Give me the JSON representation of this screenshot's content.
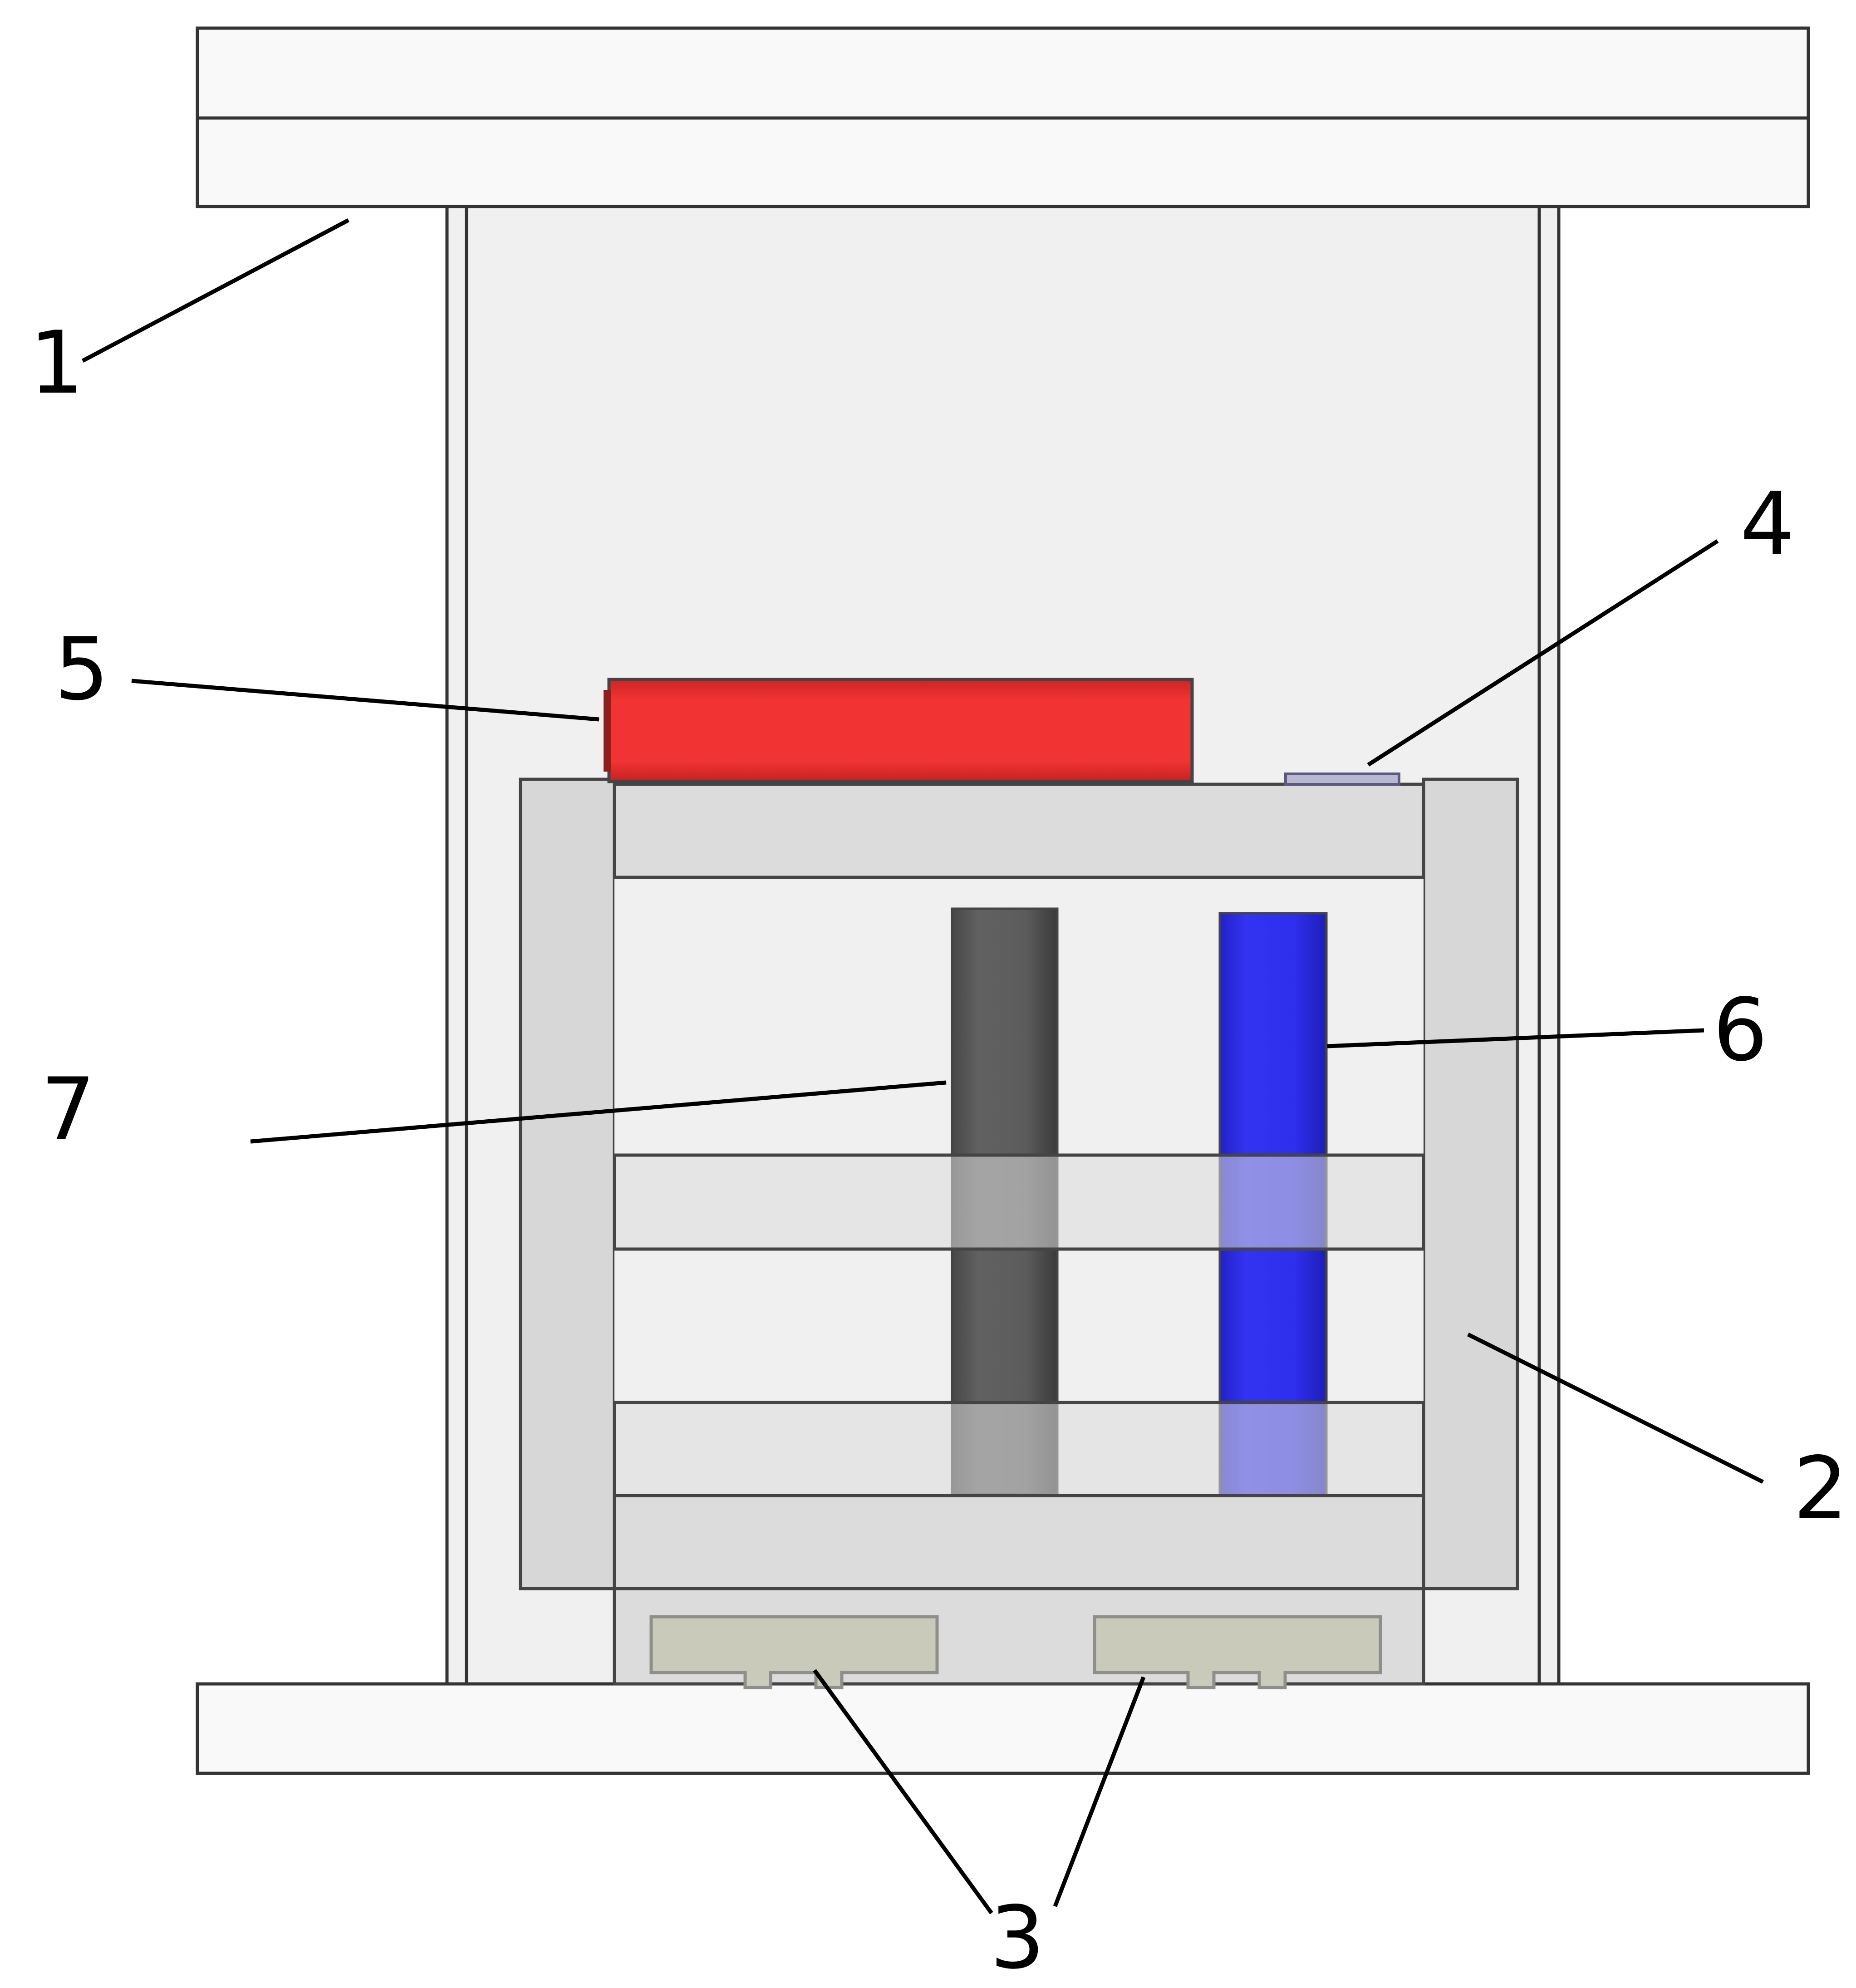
{
  "diagram": {
    "callouts": [
      "1",
      "2",
      "3",
      "4",
      "5",
      "6",
      "7"
    ],
    "colors": {
      "background": "#ffffff",
      "plate": "#f9f9f9",
      "chamber": "#f0f0f0",
      "frame": "#dcdcdc",
      "frame_side": "#d7d7d7",
      "outline": "#333333",
      "red_component": "#f23333",
      "blue_rod": "#2e2ef0",
      "dark_rod": "#606060",
      "contact_pad": "#c9cab9",
      "small_pad": "#7c7ca6",
      "arrow": "#000000"
    }
  }
}
